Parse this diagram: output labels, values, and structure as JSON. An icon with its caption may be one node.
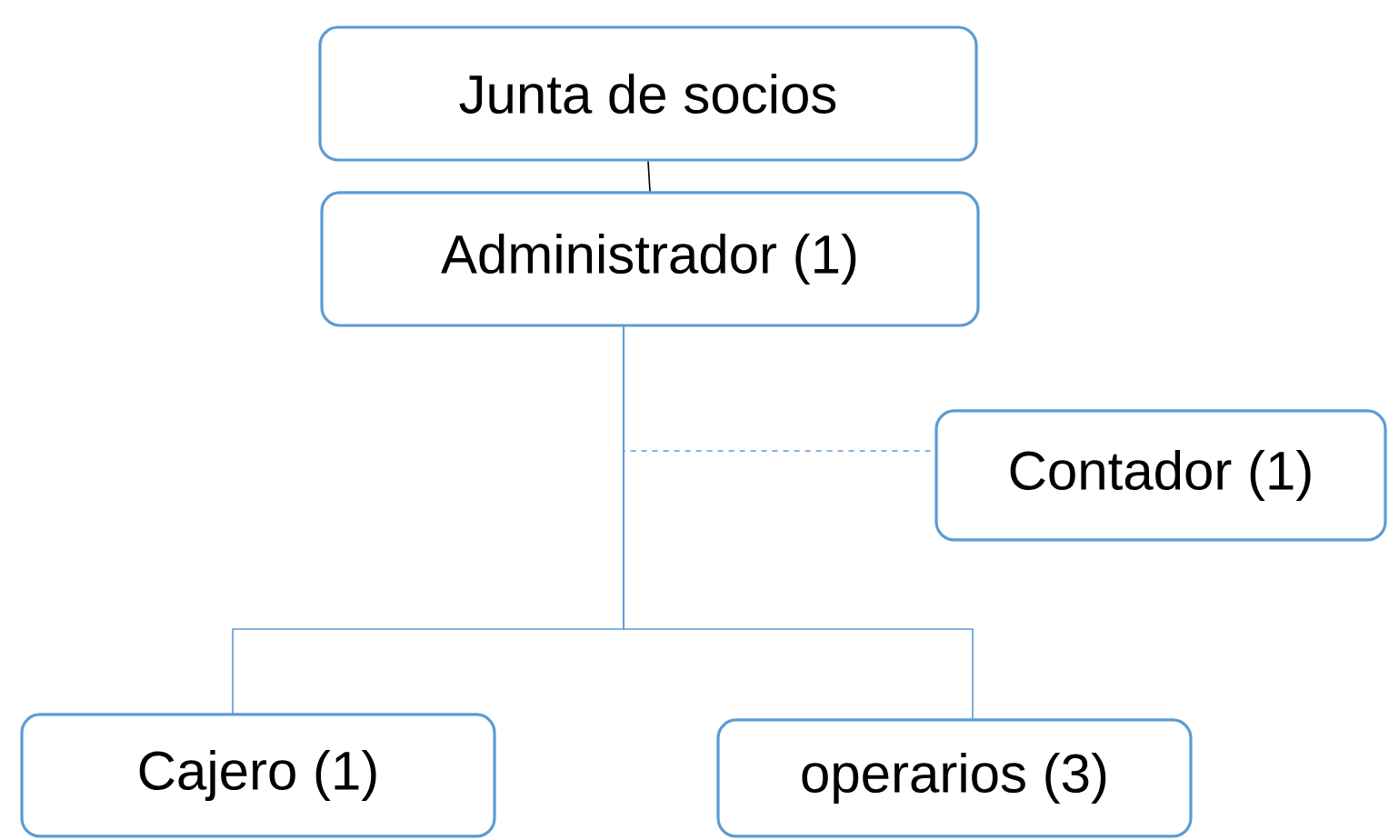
{
  "diagram": {
    "nodes": [
      {
        "text": [
          "Junta de socios"
        ]
      },
      {
        "text": [
          "Administrador (1)"
        ]
      },
      {
        "text": [
          "Contador (1)"
        ]
      },
      {
        "text": [
          "Cajero  (1)"
        ]
      },
      {
        "text": [
          "operarios  (3)"
        ]
      }
    ],
    "edges": [
      {
        "from": 0,
        "to": 1,
        "arrow": "none",
        "color": "#000000"
      },
      {
        "from": 1,
        "to": 2,
        "arrow": "none",
        "style": "dashed"
      },
      {
        "from": 1,
        "to": 3,
        "arrow": "none"
      },
      {
        "from": 1,
        "to": 4,
        "arrow": "none"
      }
    ]
  }
}
